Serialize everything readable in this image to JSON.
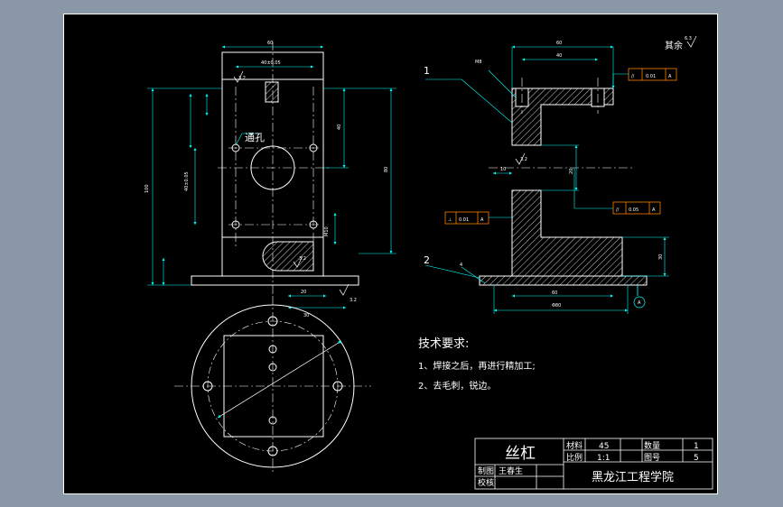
{
  "drawing": {
    "part_name": "丝杠",
    "material_label": "材料",
    "material_value": "45",
    "quantity_label": "数量",
    "quantity_value": "1",
    "scale_label": "比例",
    "scale_value": "1:1",
    "drawing_no_label": "图号",
    "drawing_no_value": "5",
    "drawn_by_label": "制图",
    "drawn_by_name": "王春生",
    "checked_by_label": "校核",
    "school": "黑龙江工程学院"
  },
  "tech": {
    "title": "技术要求:",
    "items": [
      "1、焊接之后，再进行精加工;",
      "2、去毛刺，锐边。"
    ]
  },
  "annotations": {
    "through_hole": "通孔",
    "rest_roughness": "其余",
    "rest_roughness_value": "6.3",
    "leader_1": "1",
    "leader_2": "2",
    "datum_a": "A",
    "roughness_32": "3.2",
    "parallel_1": "0.01",
    "parallel_2": "0.05",
    "perp": "0.01"
  },
  "colors": {
    "sheet": "#000000",
    "outside": "#8a97a6",
    "outline": "#ffffff",
    "dimension": "#00ffff",
    "center": "#ffffff",
    "hatch": "#ffffff",
    "tol_frame": "#ff8000",
    "leader": "#00ffff"
  }
}
